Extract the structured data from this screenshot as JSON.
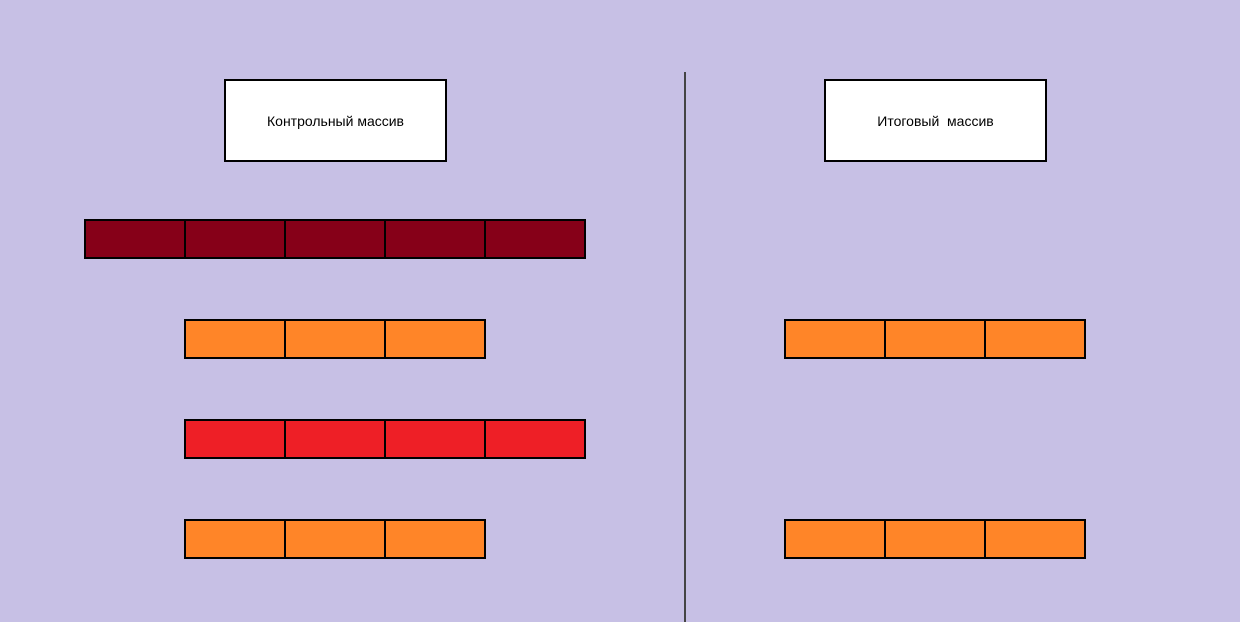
{
  "left_panel": {
    "label": "Контрольный массив",
    "rows": [
      {
        "cells": 5,
        "color": "#860018"
      },
      {
        "cells": 3,
        "color": "#ff8528"
      },
      {
        "cells": 4,
        "color": "#ee1f26"
      },
      {
        "cells": 3,
        "color": "#ff8528"
      }
    ]
  },
  "right_panel": {
    "label": "Итоговый  массив",
    "rows": [
      {
        "cells": 3,
        "color": "#ff8528"
      },
      {
        "cells": 3,
        "color": "#ff8528"
      }
    ]
  }
}
